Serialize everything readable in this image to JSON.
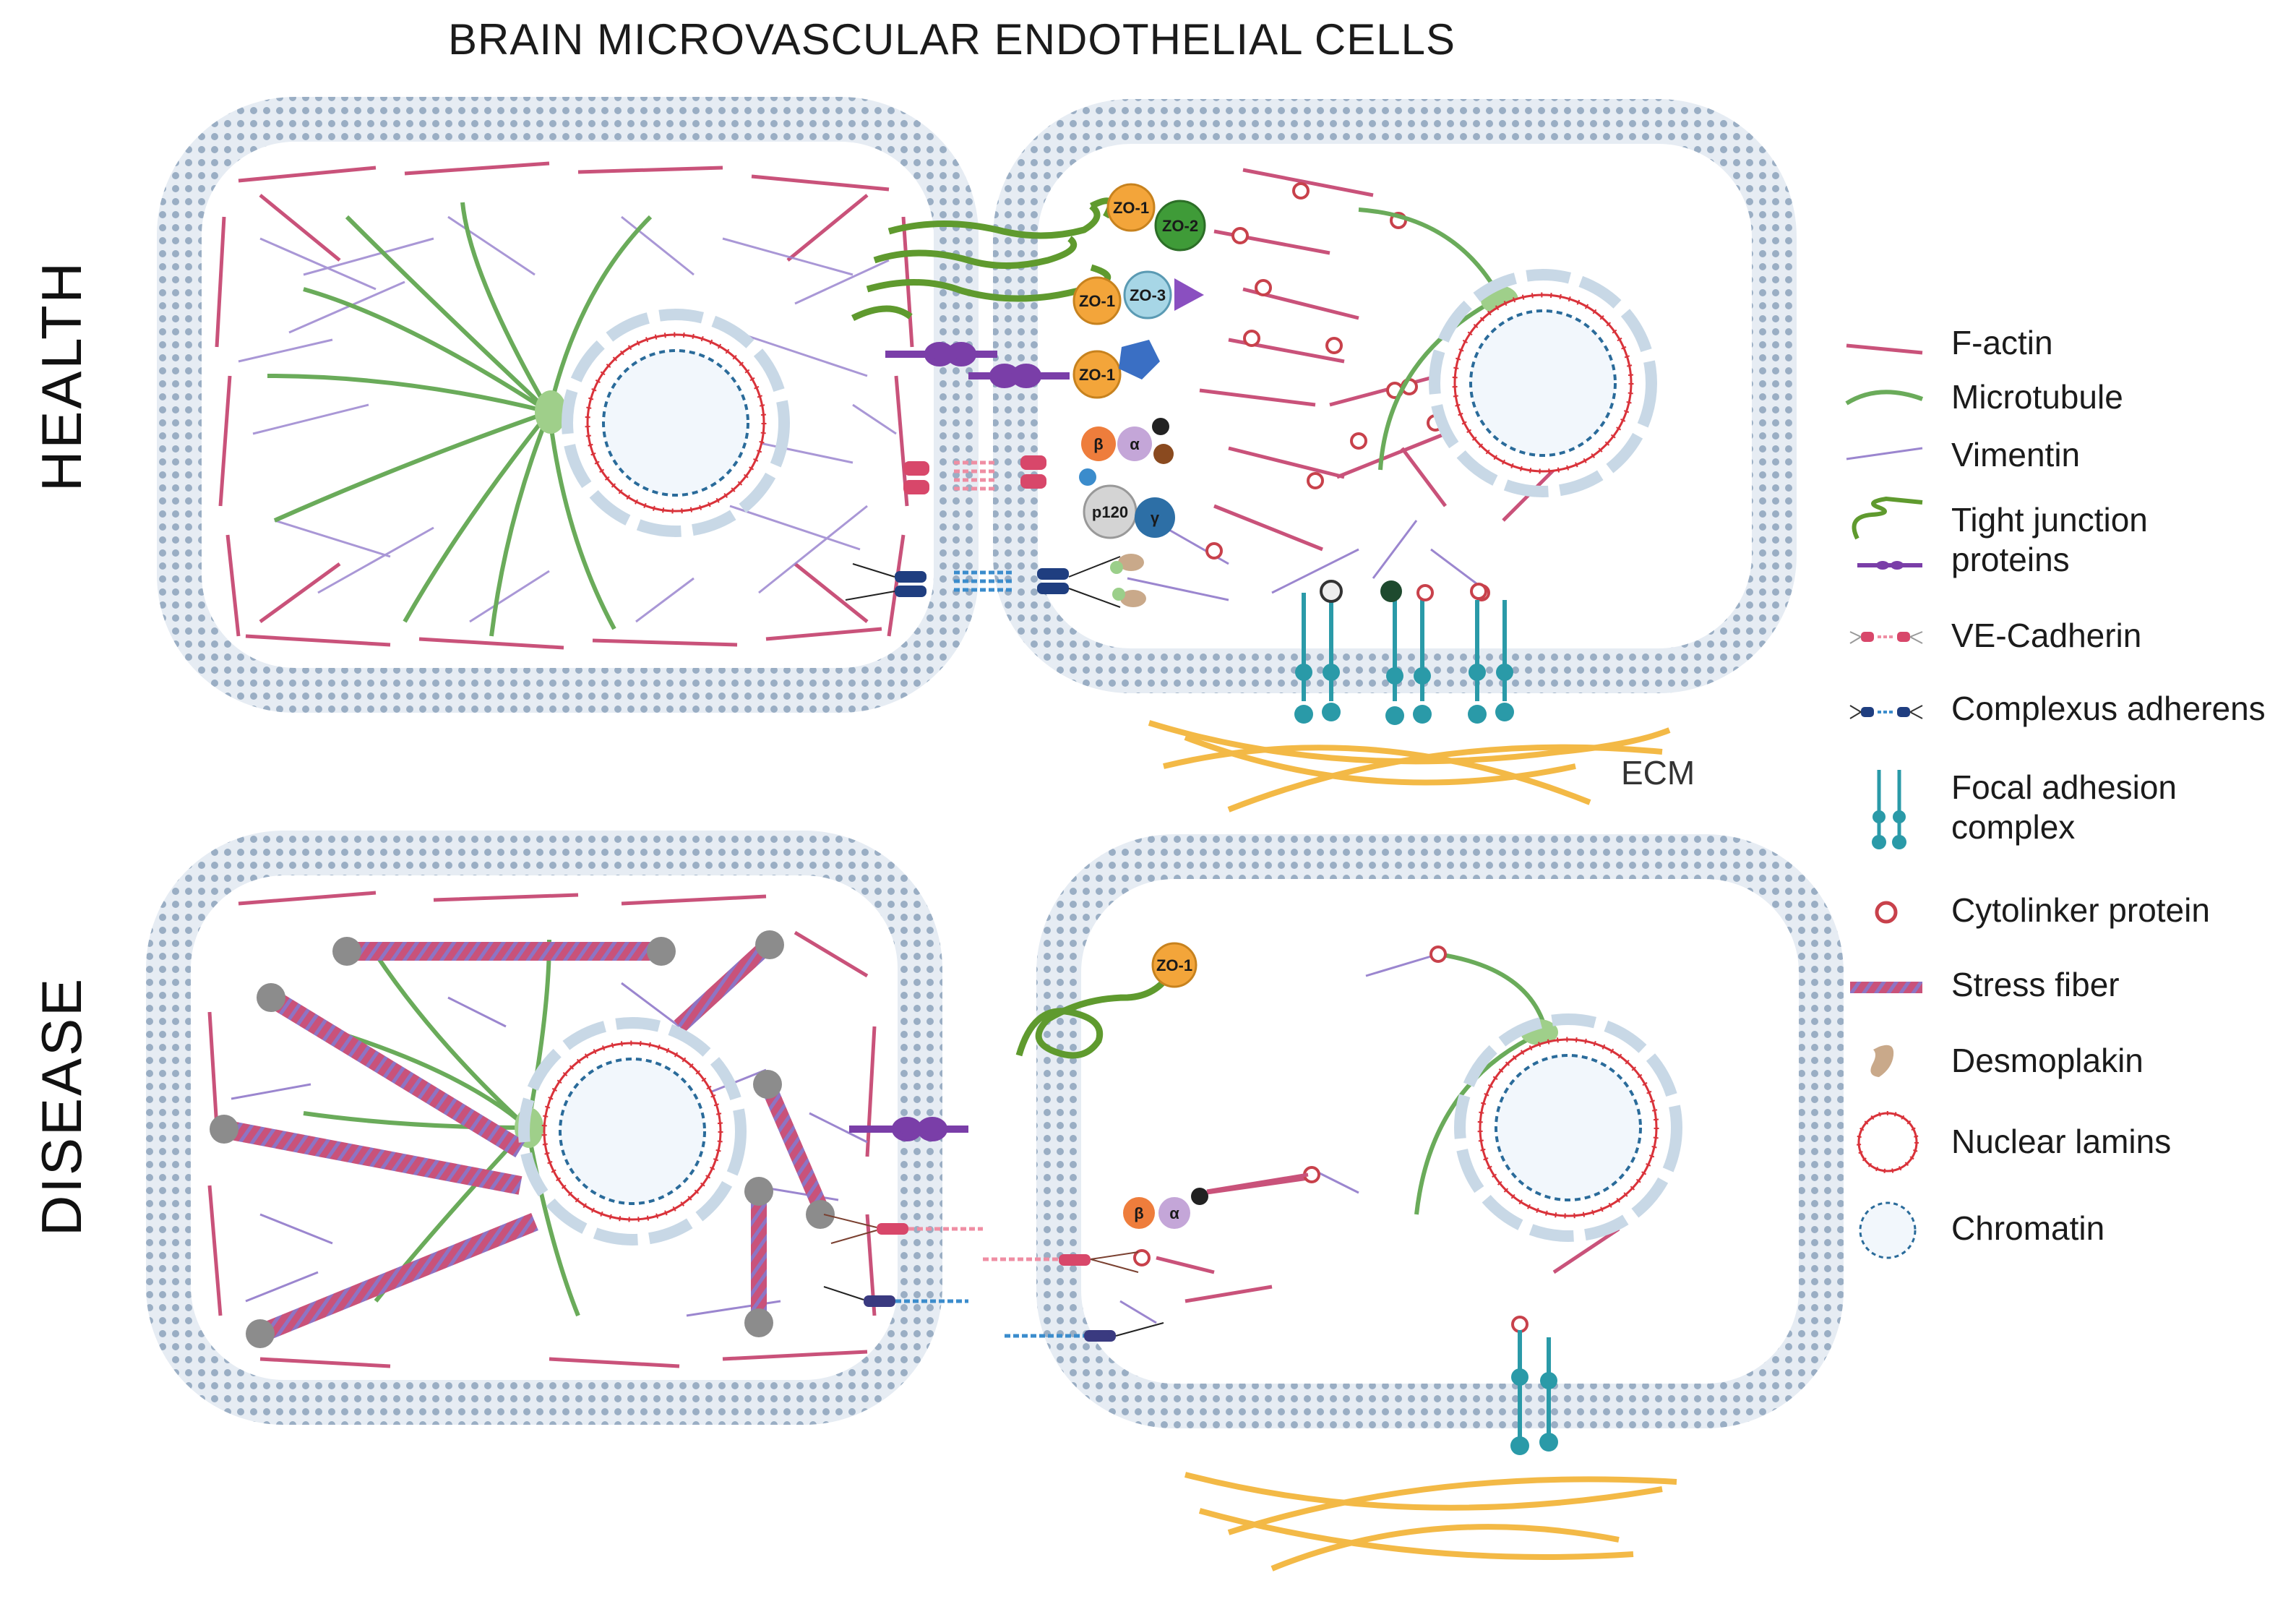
{
  "title": "BRAIN MICROVASCULAR ENDOTHELIAL CELLS",
  "sections": {
    "health": "HEALTH",
    "disease": "DISEASE"
  },
  "ecm_label": "ECM",
  "proteins": {
    "zo1": "ZO-1",
    "zo2": "ZO-2",
    "zo3": "ZO-3",
    "beta": "β",
    "alpha": "α",
    "p120": "p120",
    "gamma": "γ"
  },
  "legend": [
    {
      "label": "F-actin",
      "icon": "f-actin-icon"
    },
    {
      "label": "Microtubule",
      "icon": "microtubule-icon"
    },
    {
      "label": "Vimentin",
      "icon": "vimentin-icon"
    },
    {
      "label": "Tight junction\nproteins",
      "icon": "tight-junction-icon"
    },
    {
      "label": "VE-Cadherin",
      "icon": "ve-cadherin-icon"
    },
    {
      "label": "Complexus adherens",
      "icon": "complexus-adherens-icon"
    },
    {
      "label": "Focal adhesion\ncomplex",
      "icon": "focal-adhesion-icon"
    },
    {
      "label": "Cytolinker protein",
      "icon": "cytolinker-icon"
    },
    {
      "label": "Stress fiber",
      "icon": "stress-fiber-icon"
    },
    {
      "label": "Desmoplakin",
      "icon": "desmoplakin-icon"
    },
    {
      "label": "Nuclear lamins",
      "icon": "nuclear-lamins-icon"
    },
    {
      "label": "Chromatin",
      "icon": "chromatin-icon"
    }
  ],
  "colors": {
    "membrane": "#9aaec4",
    "actin": "#c9527a",
    "microtubule": "#6aab5a",
    "vimentin": "#9b86cf",
    "tight_junction": "#5f9a2e",
    "cadherin": "#d8476a",
    "adherens": "#1f3e80",
    "focal": "#2a9aa8",
    "cytolinker": "#c8414b",
    "ecm": "#f2b233",
    "lamin": "#d9323a",
    "chromatin": "#2a6b9a"
  }
}
